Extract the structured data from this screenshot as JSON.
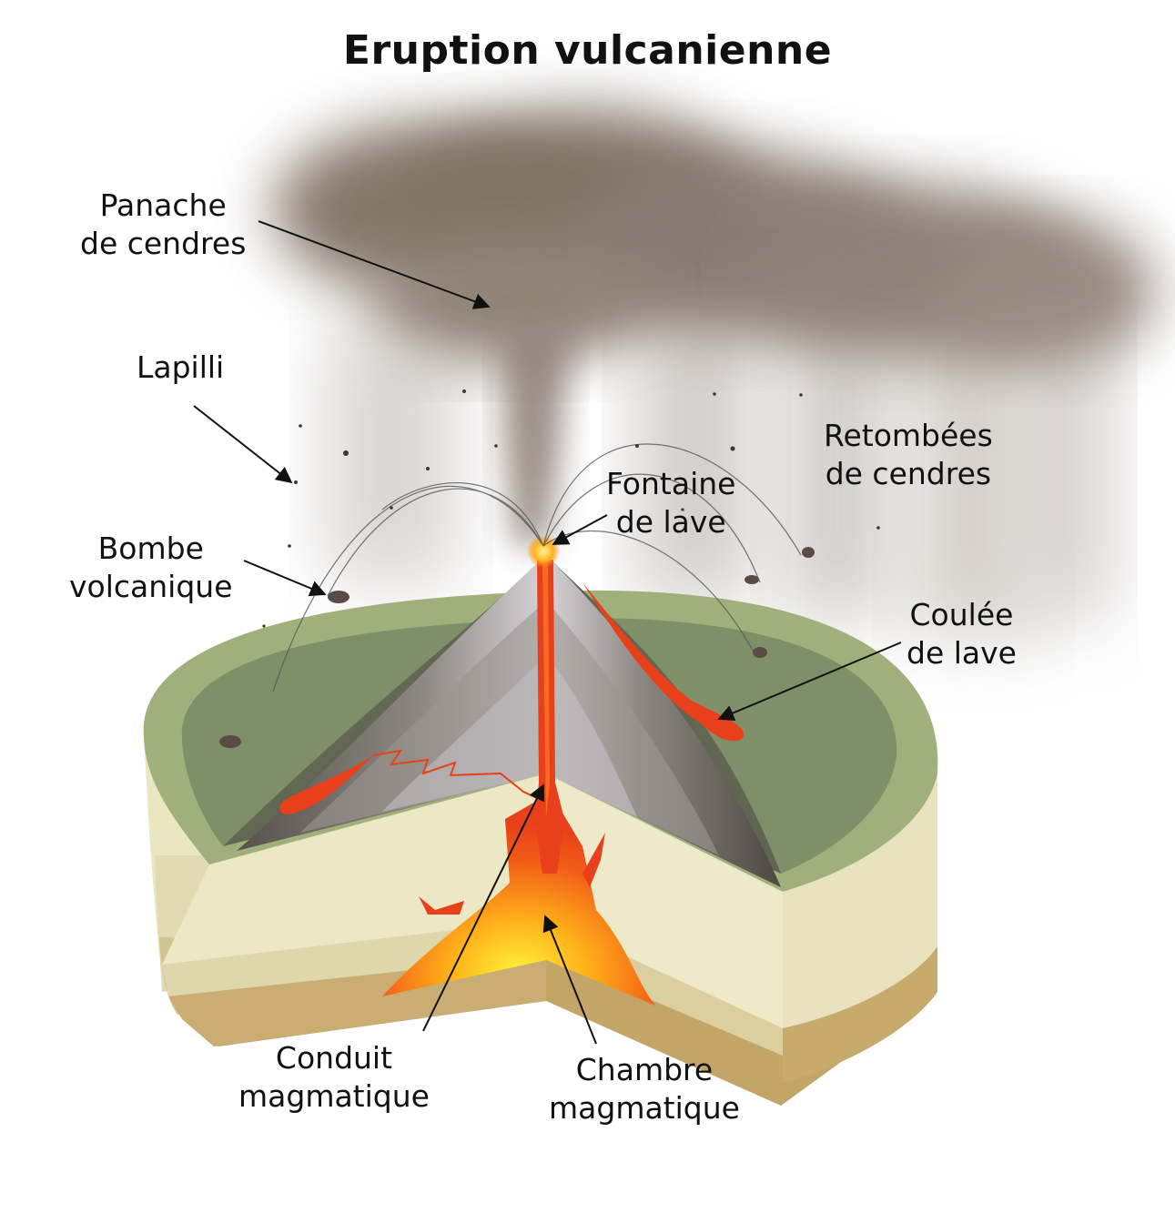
{
  "title": "Eruption vulcanienne",
  "labels": {
    "panache": [
      "Panache",
      "de cendres"
    ],
    "lapilli": [
      "Lapilli"
    ],
    "bombe": [
      "Bombe",
      "volcanique"
    ],
    "fontaine": [
      "Fontaine",
      "de lave"
    ],
    "retombees": [
      "Retombées",
      "de cendres"
    ],
    "coulee": [
      "Coulée",
      "de lave"
    ],
    "conduit": [
      "Conduit",
      "magmatique"
    ],
    "chambre": [
      "Chambre",
      "magmatique"
    ]
  },
  "colors": {
    "ash": "#7a6a58",
    "lava": "#e8401a",
    "magma_core": "#ffd21a",
    "crust_top": "#9fb07a",
    "layer_light": "#ebe6c2",
    "layer_mid": "#ddd3a8",
    "layer_dark": "#c3a567",
    "cone_dark": "#4a4440",
    "cone_light": "#d9d5dc"
  }
}
